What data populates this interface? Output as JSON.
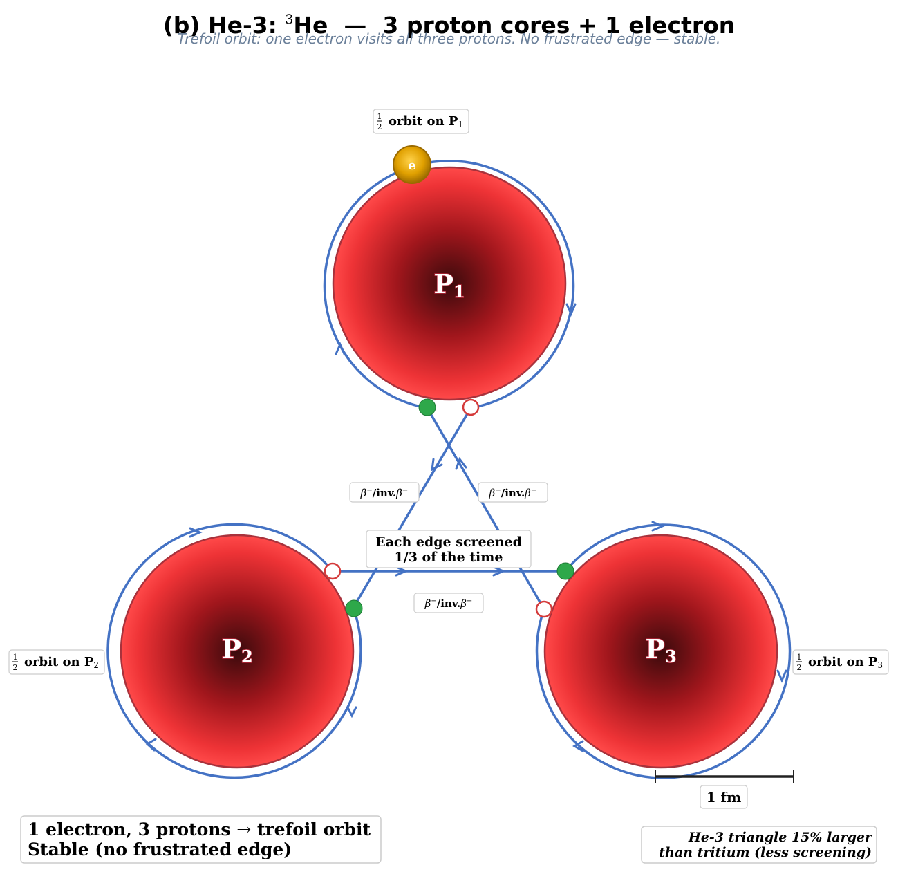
{
  "title": {
    "prefix": "(b) He-3: ",
    "isotope_mass": "3",
    "element": "He",
    "suffix": "  —  3 proton cores + 1 electron"
  },
  "subtitle": "Trefoil orbit: one electron visits all three protons. No frustrated edge — stable.",
  "protons": [
    {
      "name": "P",
      "index": "1"
    },
    {
      "name": "P",
      "index": "2"
    },
    {
      "name": "P",
      "index": "3"
    }
  ],
  "electron_label": "e",
  "orbit_labels": [
    {
      "frac_num": "1",
      "frac_den": "2",
      "text": "orbit on ",
      "name": "P",
      "index": "1"
    },
    {
      "frac_num": "1",
      "frac_den": "2",
      "text": "orbit on ",
      "name": "P",
      "index": "2"
    },
    {
      "frac_num": "1",
      "frac_den": "2",
      "text": "orbit on ",
      "name": "P",
      "index": "3"
    }
  ],
  "beta_labels": [
    {
      "beta": "β",
      "sup": "−",
      "mid": "/inv.",
      "beta2": "β",
      "sup2": "−"
    },
    {
      "beta": "β",
      "sup": "−",
      "mid": "/inv.",
      "beta2": "β",
      "sup2": "−"
    },
    {
      "beta": "β",
      "sup": "−",
      "mid": "/inv.",
      "beta2": "β",
      "sup2": "−"
    }
  ],
  "screen_box": {
    "line1": "Each edge screened",
    "line2": "1/3 of the time"
  },
  "scale_bar_label": "1 fm",
  "summary_box": {
    "line1_a": "1 electron, 3 protons ",
    "arrow": "→",
    "line1_b": " trefoil orbit",
    "line2": "Stable (no frustrated edge)"
  },
  "note_box": {
    "line1": "He-3 triangle 15% larger",
    "line2": "than tritium (less screening)"
  },
  "colors": {
    "orbit": "#4472c4",
    "proton_center": "#3a0a0c",
    "proton_edge": "#ff4a4a",
    "proton_outline": "#a8323c",
    "electron": "#e0a000",
    "electron_dark": "#9a6a00",
    "green_marker": "#2ea84a",
    "red_marker": "#d43a3a"
  }
}
